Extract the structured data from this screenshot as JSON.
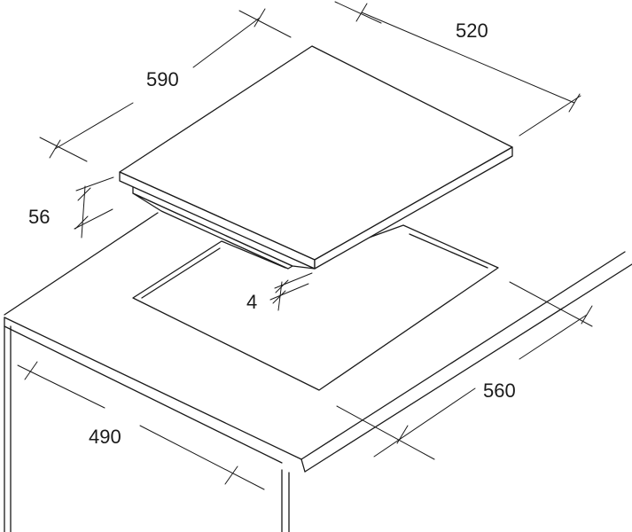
{
  "dimensions": {
    "hob_width": "590",
    "hob_depth": "520",
    "hob_height": "56",
    "hob_offset": "4",
    "cutout_width": "560",
    "cutout_depth": "490"
  },
  "colors": {
    "line": "#1a1a1a",
    "background": "#ffffff"
  }
}
